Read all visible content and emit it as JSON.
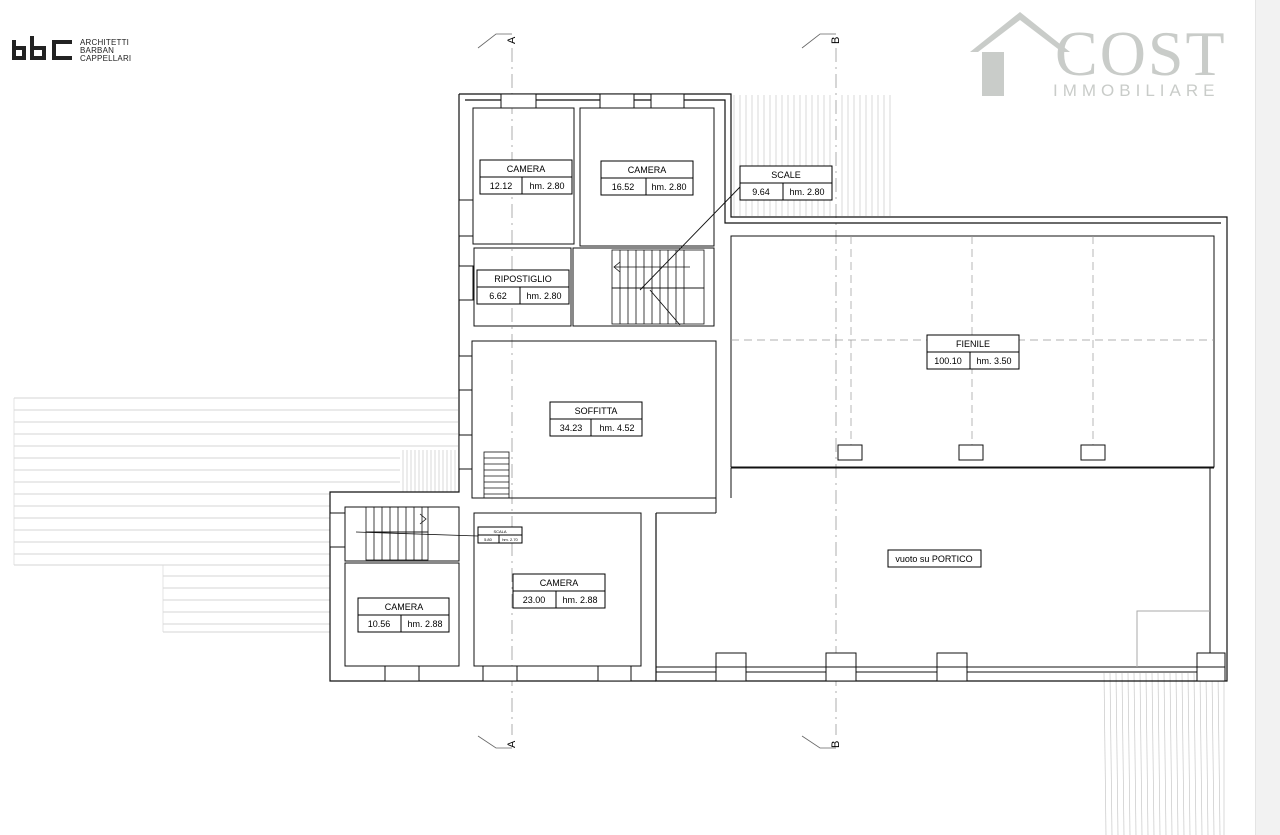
{
  "logo_abc": {
    "mark": "abc",
    "lines": [
      "ARCHITETTI",
      "BARBAN",
      "CAPPELLARI"
    ]
  },
  "logo_cost": {
    "brand": "COST",
    "sub": "IMMOBILIARE",
    "brand_color": "#c9ccc9"
  },
  "sections": {
    "a_top": "A",
    "b_top": "B",
    "a_bottom": "A",
    "b_bottom": "B"
  },
  "rooms": {
    "camera_1": {
      "name": "CAMERA",
      "area": "12.12",
      "height": "hm. 2.80"
    },
    "camera_2": {
      "name": "CAMERA",
      "area": "16.52",
      "height": "hm. 2.80"
    },
    "scale": {
      "name": "SCALE",
      "area": "9.64",
      "height": "hm. 2.80"
    },
    "ripostiglio": {
      "name": "RIPOSTIGLIO",
      "area": "6.62",
      "height": "hm. 2.80"
    },
    "fienile": {
      "name": "FIENILE",
      "area": "100.10",
      "height": "hm. 3.50"
    },
    "soffitta": {
      "name": "SOFFITTA",
      "area": "34.23",
      "height": "hm. 4.52"
    },
    "scala_small": {
      "name": "SCALA",
      "area": "5.80",
      "height": "hm. 2.70"
    },
    "camera_3": {
      "name": "CAMERA",
      "area": "23.00",
      "height": "hm. 2.88"
    },
    "camera_4": {
      "name": "CAMERA",
      "area": "10.56",
      "height": "hm. 2.88"
    }
  },
  "portico_label": "vuoto su PORTICO"
}
